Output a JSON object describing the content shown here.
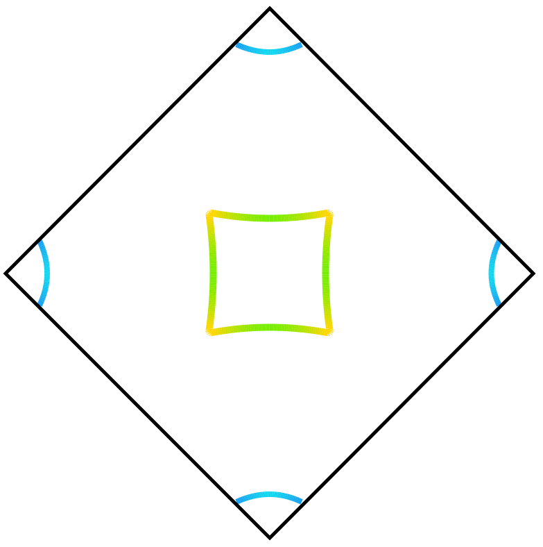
{
  "diagram": {
    "kind": "brillouin-zone-fermi-surface",
    "boundary": {
      "shape": "diamond",
      "color": "#000000"
    },
    "pockets": [
      {
        "name": "central-pocket",
        "shape": "rounded-square-concave",
        "colors": {
          "corner": "#ffd600",
          "edge_mid": "#77ee00"
        }
      },
      {
        "name": "top-corner-pocket",
        "colors": {
          "end": "#1a9ef0",
          "middle": "#10d8f0"
        }
      },
      {
        "name": "right-corner-pocket",
        "colors": {
          "end": "#1a9ef0",
          "middle": "#10d8f0"
        }
      },
      {
        "name": "bottom-corner-pocket",
        "colors": {
          "end": "#1a9ef0",
          "middle": "#10d8f0"
        }
      },
      {
        "name": "left-corner-pocket",
        "colors": {
          "end": "#1a9ef0",
          "middle": "#10d8f0"
        }
      }
    ]
  }
}
